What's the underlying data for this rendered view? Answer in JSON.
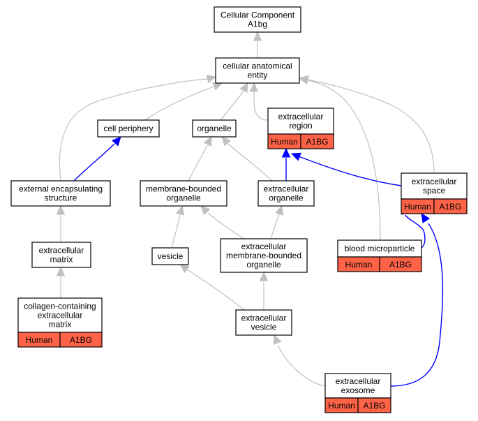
{
  "colors": {
    "node_fill": "#ffffff",
    "annotation_fill": "#ff6347",
    "is_a_edge": "#c0c0c0",
    "part_of_edge": "#0000ff"
  },
  "nodes": {
    "cellular_component": {
      "lines": [
        "Cellular Component",
        "A1bg"
      ]
    },
    "cellular_anatomical_entity": {
      "lines": [
        "cellular anatomical",
        "entity"
      ]
    },
    "cell_periphery": {
      "lines": [
        "cell periphery"
      ]
    },
    "organelle": {
      "lines": [
        "organelle"
      ]
    },
    "extracellular_region": {
      "lines": [
        "extracellular",
        "region"
      ],
      "annotation": [
        "Human",
        "A1BG"
      ]
    },
    "external_encapsulating_structure": {
      "lines": [
        "external encapsulating",
        "structure"
      ]
    },
    "membrane_bounded_organelle": {
      "lines": [
        "membrane-bounded",
        "organelle"
      ]
    },
    "extracellular_organelle": {
      "lines": [
        "extracellular",
        "organelle"
      ]
    },
    "extracellular_space": {
      "lines": [
        "extracellular",
        "space"
      ],
      "annotation": [
        "Human",
        "A1BG"
      ]
    },
    "extracellular_matrix": {
      "lines": [
        "extracellular",
        "matrix"
      ]
    },
    "vesicle": {
      "lines": [
        "vesicle"
      ]
    },
    "extracellular_membrane_bounded_organelle": {
      "lines": [
        "extracellular",
        "membrane-bounded",
        "organelle"
      ]
    },
    "blood_microparticle": {
      "lines": [
        "blood microparticle"
      ],
      "annotation": [
        "Human",
        "A1BG"
      ]
    },
    "collagen_containing_extracellular_matrix": {
      "lines": [
        "collagen-containing",
        "extracellular",
        "matrix"
      ],
      "annotation": [
        "Human",
        "A1BG"
      ]
    },
    "extracellular_vesicle": {
      "lines": [
        "extracellular",
        "vesicle"
      ]
    },
    "extracellular_exosome": {
      "lines": [
        "extracellular",
        "exosome"
      ],
      "annotation": [
        "Human",
        "A1BG"
      ]
    }
  }
}
